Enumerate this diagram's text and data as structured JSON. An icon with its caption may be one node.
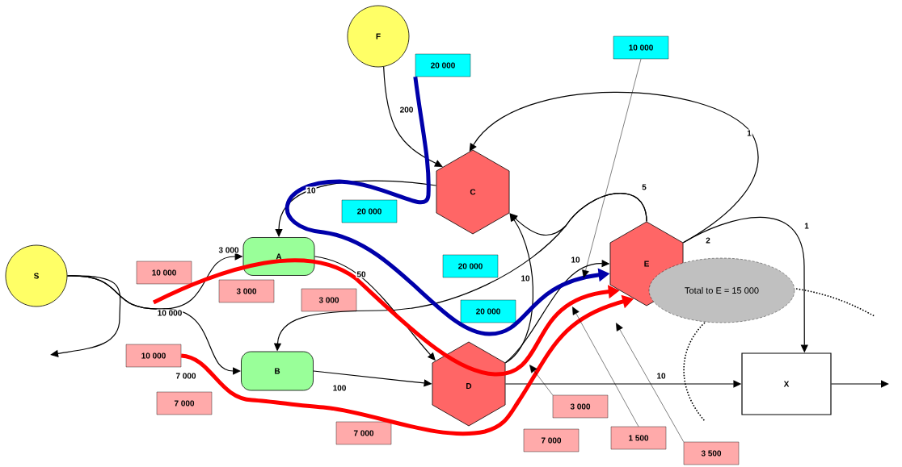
{
  "diagram": {
    "nodes": [
      {
        "text": [
          "S"
        ]
      },
      {
        "text": [
          "F"
        ]
      },
      {
        "text": [
          "C"
        ]
      },
      {
        "text": [
          "A"
        ]
      },
      {
        "text": [
          "B"
        ]
      },
      {
        "text": [
          "D"
        ]
      },
      {
        "text": [
          "E"
        ]
      },
      {
        "text": [
          "X"
        ]
      },
      {
        "text": [
          "Total to E = 15 000"
        ]
      },
      {
        "text": [
          "20 000"
        ]
      },
      {
        "text": [
          "10 000"
        ]
      },
      {
        "text": [
          "20 000"
        ]
      },
      {
        "text": [
          "10 000"
        ]
      },
      {
        "text": [
          "20 000"
        ]
      },
      {
        "text": [
          "3 000"
        ]
      },
      {
        "text": [
          "3 000"
        ]
      },
      {
        "text": [
          "20 000"
        ]
      },
      {
        "text": [
          "10 000"
        ]
      },
      {
        "text": [
          "7 000"
        ]
      },
      {
        "text": [
          "3 000"
        ]
      },
      {
        "text": [
          "7 000"
        ]
      },
      {
        "text": [
          "7 000"
        ]
      },
      {
        "text": [
          "1 500"
        ]
      },
      {
        "text": [
          "3 500"
        ]
      }
    ],
    "edges": [
      {
        "from": 0,
        "to": 3,
        "arrow": "to",
        "label": "3 000"
      },
      {
        "from": 0,
        "to": 4,
        "arrow": "to",
        "label": "7 000"
      },
      {
        "from": 0,
        "to": null,
        "arrow": "to"
      },
      {
        "from": 1,
        "to": 2,
        "arrow": "to",
        "label": "200"
      },
      {
        "from": 2,
        "to": 3,
        "arrow": "to",
        "label": "10"
      },
      {
        "from": 3,
        "to": 5,
        "arrow": "to",
        "label": "50"
      },
      {
        "from": 4,
        "to": 5,
        "arrow": "to",
        "label": "100"
      },
      {
        "from": 5,
        "to": 2,
        "arrow": "to",
        "label": "10"
      },
      {
        "from": 5,
        "to": 6,
        "arrow": "to",
        "label": "10"
      },
      {
        "from": 5,
        "to": 7,
        "arrow": "to",
        "label": "10"
      },
      {
        "from": 7,
        "to": null,
        "arrow": "to"
      },
      {
        "from": 6,
        "to": 2,
        "arrow": "to",
        "label": "5"
      },
      {
        "from": 6,
        "to": 4,
        "arrow": "to"
      },
      {
        "from": 6,
        "to": 2,
        "arrow": "to",
        "label": "1"
      },
      {
        "from": 6,
        "to": 7,
        "arrow": "to",
        "label": "1"
      },
      {
        "from": 9,
        "to": 6,
        "arrow": "to",
        "style": "thick",
        "color": "#0000aa"
      },
      {
        "from": null,
        "to": 6,
        "arrow": "to",
        "style": "thick",
        "color": "#ff0000"
      },
      {
        "from": 17,
        "to": 6,
        "arrow": "to",
        "style": "thick",
        "color": "#ff0000"
      },
      {
        "from": 10,
        "to": null,
        "arrow": "to"
      },
      {
        "from": 19,
        "to": null,
        "arrow": "to"
      },
      {
        "from": 22,
        "to": null,
        "arrow": "to"
      },
      {
        "from": 23,
        "to": null,
        "arrow": "to"
      }
    ],
    "labels": [
      "10 000",
      "2"
    ]
  }
}
